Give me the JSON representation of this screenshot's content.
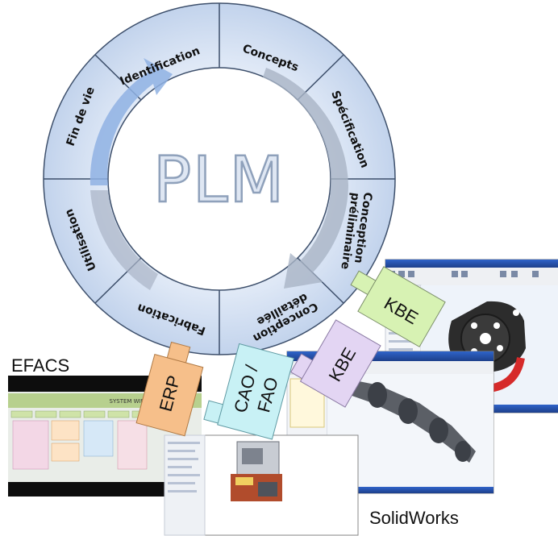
{
  "center_label": "PLM",
  "segments": [
    {
      "label": "Identification"
    },
    {
      "label": "Concepts"
    },
    {
      "label": "Spécification"
    },
    {
      "label_lines": [
        "Conception",
        "préliminaire"
      ]
    },
    {
      "label_lines": [
        "Conception",
        "détaillée"
      ]
    },
    {
      "label": "Fabrication"
    },
    {
      "label": "Utilisation"
    },
    {
      "label": "Fin de vie"
    }
  ],
  "tools": [
    {
      "label": "KBE"
    },
    {
      "label": "KBE"
    },
    {
      "label_lines": [
        "CAO /",
        "FAO"
      ]
    },
    {
      "label": "ERP"
    }
  ],
  "screenshots": {
    "efacs_caption": "EFACS",
    "solidworks_caption": "SolidWorks",
    "efacs_banner": "SYSTEM WIDE"
  },
  "colors": {
    "ring_fill": "#cfdcef",
    "ring_stroke": "#3d4f6b",
    "arrow_blue": "#8fb1e3",
    "arrow_grey": "#a9b4c6",
    "tag_green": "#d7f2b3",
    "tag_purple": "#e3d5f3",
    "tag_cyan": "#c8f1f5",
    "tag_orange": "#f6bf8a"
  }
}
